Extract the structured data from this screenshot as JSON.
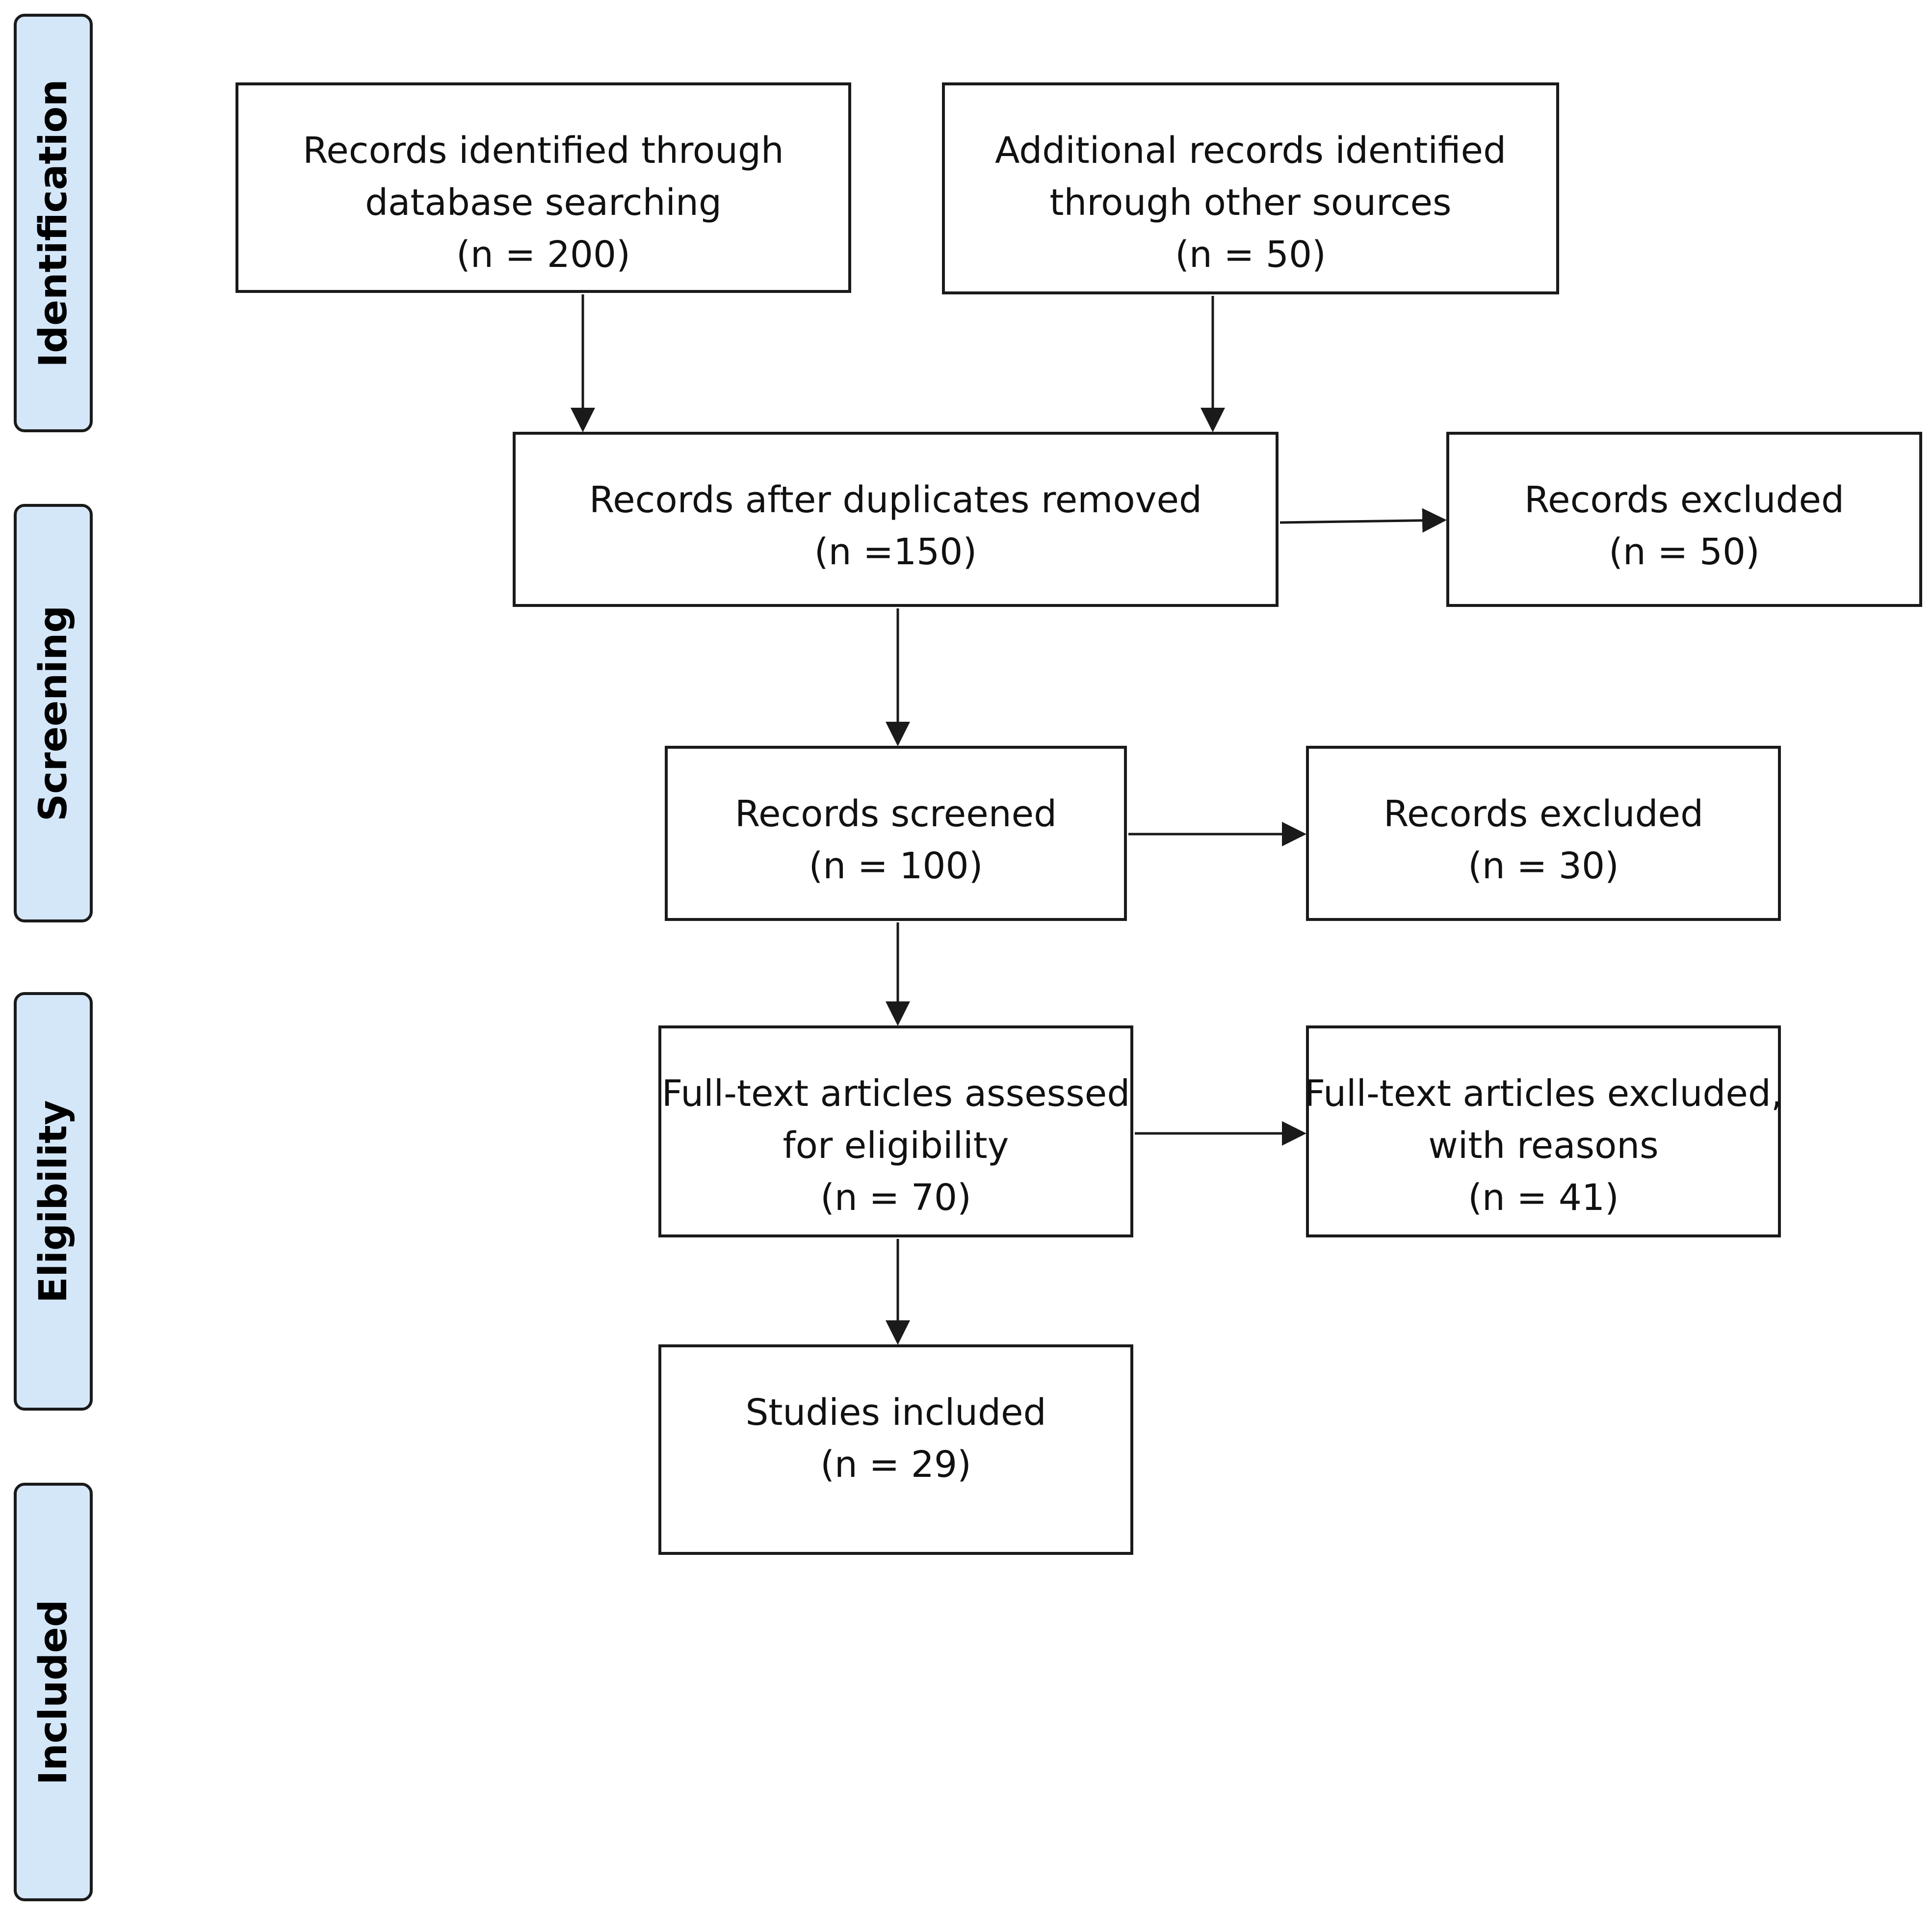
{
  "stages": {
    "identification": "Identification",
    "screening": "Screening",
    "eligibility": "Eligibility",
    "included": "Included"
  },
  "boxes": {
    "database_records": {
      "line1": "Records identified through",
      "line2": "database searching",
      "count": "(n = 200)"
    },
    "other_records": {
      "line1": "Additional records identified",
      "line2": "through other sources",
      "count": "(n = 50)"
    },
    "after_duplicates": {
      "line1": "Records after duplicates removed",
      "count": "(n =150)"
    },
    "excluded_duplicates": {
      "line1": "Records excluded",
      "count": "(n = 50)"
    },
    "screened": {
      "line1": "Records screened",
      "count": "(n = 100)"
    },
    "excluded_screening": {
      "line1": "Records excluded",
      "count": "(n = 30)"
    },
    "full_text_assessed": {
      "line1": "Full-text articles assessed",
      "line2": "for eligibility",
      "count": "(n = 70)"
    },
    "full_text_excluded": {
      "line1": "Full-text articles excluded,",
      "line2": "with reasons",
      "count": "(n = 41)"
    },
    "studies_included": {
      "line1": "Studies included",
      "count": "(n = 29)"
    }
  },
  "colors": {
    "stage_fill": "#d4e7f9",
    "stroke": "#1a1a1a"
  }
}
